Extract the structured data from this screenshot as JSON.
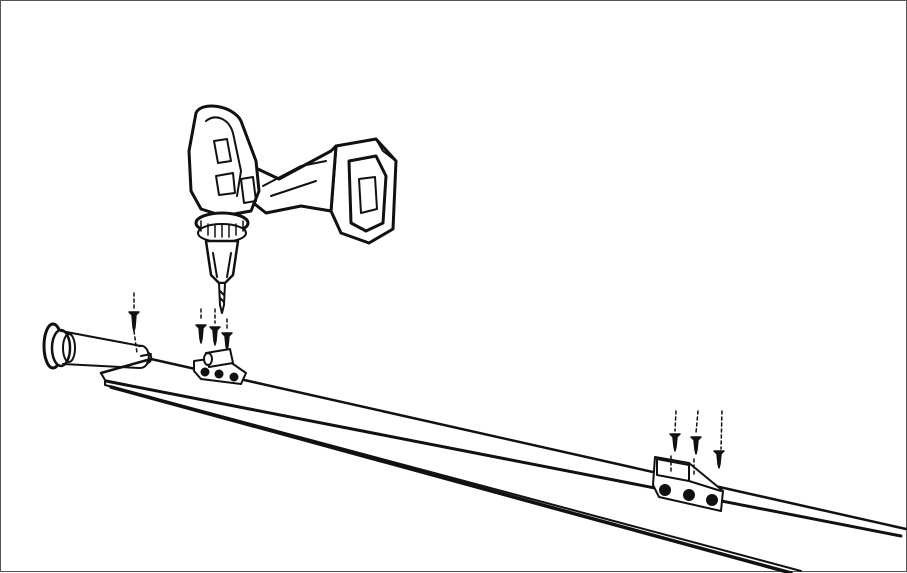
{
  "diagram": {
    "type": "assembly-illustration",
    "elements": [
      "cordless-drill",
      "mounting-rail",
      "end-cap",
      "bracket",
      "screws"
    ],
    "colors": {
      "line": "#111111",
      "background": "#ffffff",
      "frame": "#555555"
    }
  }
}
